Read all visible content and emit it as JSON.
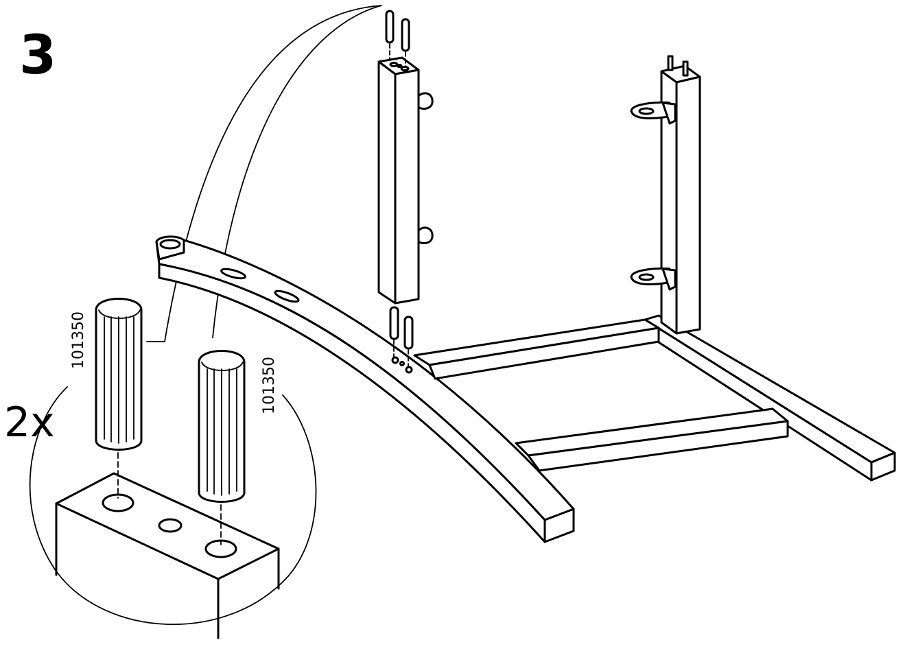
{
  "step": {
    "number": "3"
  },
  "detail": {
    "quantity": "2x",
    "part_number_a": "101350",
    "part_number_b": "101350"
  },
  "icons": {
    "dowel": "wooden-dowel-icon",
    "leg": "leg-post-icon",
    "base": "curved-base-frame-icon"
  }
}
